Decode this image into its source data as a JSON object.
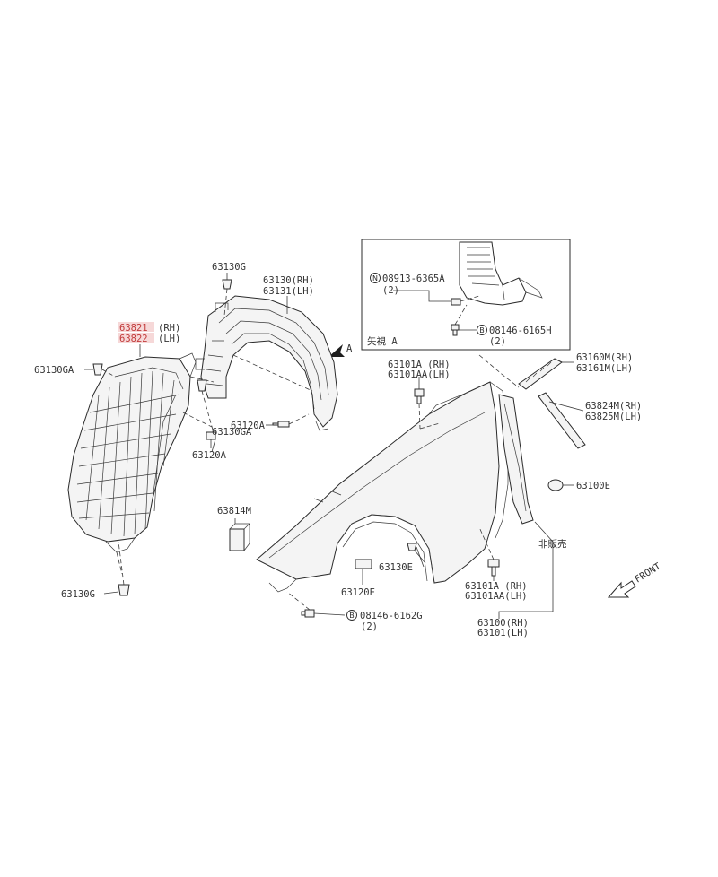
{
  "colors": {
    "line": "#2b2b2b",
    "text": "#333333",
    "highlight": "#c23b3b",
    "highlight_bg": "#f6d8d8"
  },
  "labels": {
    "p63130g_top": "63130G",
    "p63130_rh": "63130(RH)",
    "p63131_lh": "63131(LH)",
    "p63821_rh_num": "63821",
    "p63821_rh_side": "(RH)",
    "p63822_lh_num": "63822",
    "p63822_lh_side": "(LH)",
    "p63130ga_left": "63130GA",
    "p63130ga_mid": "63130GA",
    "p63120a_a": "63120A",
    "p63120a_b": "63120A",
    "p63130g_bottom": "63130G",
    "p63814m": "63814M",
    "p63120e": "63120E",
    "p63130e": "63130E",
    "p63101a_rh": "63101A (RH)",
    "p63101aa_lh": "63101AA(LH)",
    "p63101a_rh_b": "63101A (RH)",
    "p63101aa_lh_b": "63101AA(LH)",
    "p63160m_rh": "63160M(RH)",
    "p63161m_lh": "63161M(LH)",
    "p63824m_rh": "63824M(RH)",
    "p63825m_lh": "63825M(LH)",
    "p63100e": "63100E",
    "p63100_rh": "63100(RH)",
    "p63101_lh": "63101(LH)",
    "not_for_sale": "非販売",
    "bolt_b_bottom": "08146-6162G",
    "bolt_b_bottom_qty": "(2)",
    "view_a_arrow": "A",
    "front": "FRONT"
  },
  "inset": {
    "title": "矢視 A",
    "nut_code": "08913-6365A",
    "nut_qty": "(2)",
    "bolt_code": "08146-6165H",
    "bolt_qty": "(2)",
    "nut_symbol": "N",
    "bolt_symbol": "B"
  },
  "symbols": {
    "bolt_symbol": "B"
  }
}
